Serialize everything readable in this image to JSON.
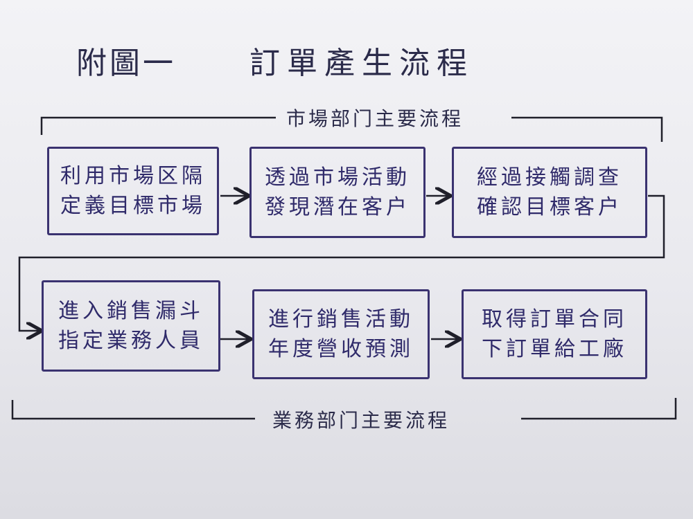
{
  "title": {
    "prefix": "附圖一",
    "main": "訂單產生流程"
  },
  "sections": {
    "top_label": "市場部门主要流程",
    "bottom_label": "業務部门主要流程"
  },
  "steps": [
    {
      "line1": "利用市場区隔",
      "line2": "定義目標市場"
    },
    {
      "line1": "透過市場活動",
      "line2": "發現潛在客户"
    },
    {
      "line1": "經過接觸調查",
      "line2": "確認目標客户"
    },
    {
      "line1": "進入銷售漏斗",
      "line2": "指定業務人員"
    },
    {
      "line1": "進行銷售活動",
      "line2": "年度營收預測"
    },
    {
      "line1": "取得訂單合同",
      "line2": "下訂單給工廠"
    }
  ],
  "colors": {
    "ink": "#2f2a6a",
    "line": "#1f1f2a",
    "paper": "#eeeef2"
  }
}
